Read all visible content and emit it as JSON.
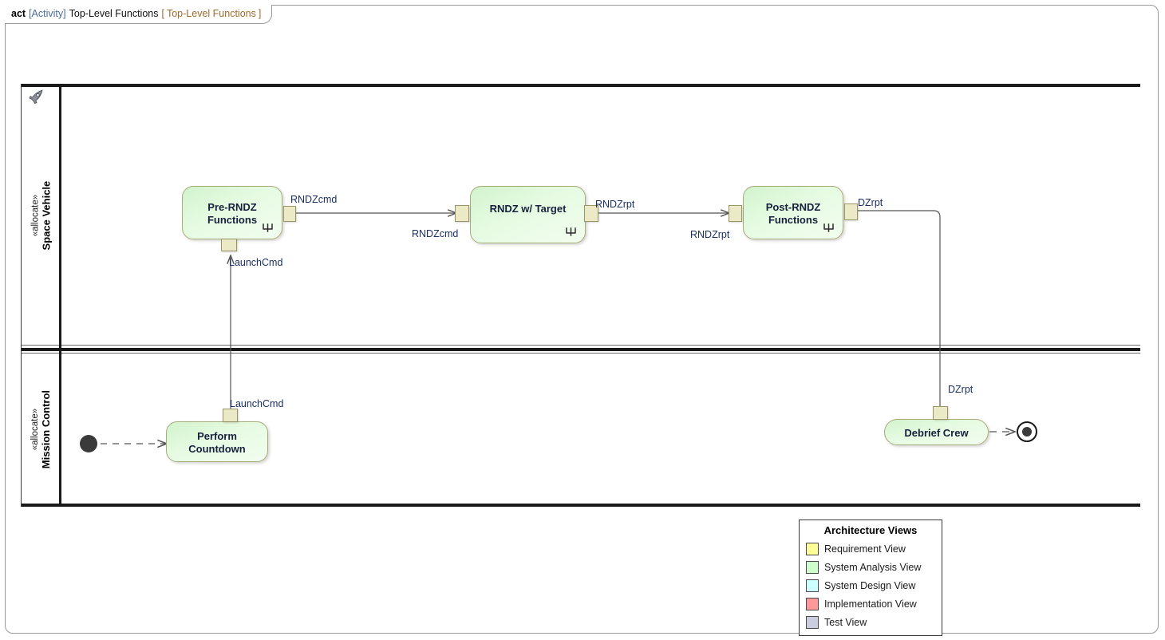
{
  "frame": {
    "kind": "act",
    "meta": "[Activity]",
    "name": "Top-Level Functions",
    "bracket_open": "[",
    "sub_name": "Top-Level Functions",
    "bracket_close": "]"
  },
  "lanes": [
    {
      "stereotype": "«allocate»",
      "name": "Space Vehicle",
      "icon": "spacecraft-icon"
    },
    {
      "stereotype": "«allocate»",
      "name": "Mission Control",
      "icon": null
    }
  ],
  "actions": [
    {
      "id": "pre-rndz",
      "label_line1": "Pre-RNDZ",
      "label_line2": "Functions",
      "behavior_icon": "rake-icon"
    },
    {
      "id": "rndz-target",
      "label_line1": "RNDZ w/ Target",
      "label_line2": "",
      "behavior_icon": "rake-icon"
    },
    {
      "id": "post-rndz",
      "label_line1": "Post-RNDZ",
      "label_line2": "Functions",
      "behavior_icon": "rake-icon"
    },
    {
      "id": "perform-countdown",
      "label_line1": "Perform",
      "label_line2": "Countdown",
      "behavior_icon": null
    },
    {
      "id": "debrief-crew",
      "label_line1": "Debrief Crew",
      "label_line2": "",
      "behavior_icon": null
    }
  ],
  "edge_labels": {
    "rndzcmd_out": "RNDZcmd",
    "rndzcmd_in": "RNDZcmd",
    "rndzrpt_out": "RNDZrpt",
    "rndzrpt_in": "RNDZrpt",
    "dzrpt_out": "DZrpt",
    "dzrpt_in": "DZrpt",
    "launchcmd_in": "LaunchCmd",
    "launchcmd_out": "LaunchCmd"
  },
  "legend": {
    "title": "Architecture Views",
    "items": [
      {
        "label": "Requirement View",
        "color": "#ffff99"
      },
      {
        "label": "System Analysis View",
        "color": "#ccffcc"
      },
      {
        "label": "System Design View",
        "color": "#ccffff"
      },
      {
        "label": "Implementation View",
        "color": "#ff9999"
      },
      {
        "label": "Test View",
        "color": "#ccccdf"
      }
    ]
  },
  "colors": {
    "action_fill": "#ddf7d8",
    "action_border": "#a8ab7a",
    "pin_fill": "#ece9c6",
    "pin_border": "#9a9569",
    "edge_label_text": "#1b2f63",
    "connector": "#555555",
    "lane_rule": "#1a1a1a"
  }
}
